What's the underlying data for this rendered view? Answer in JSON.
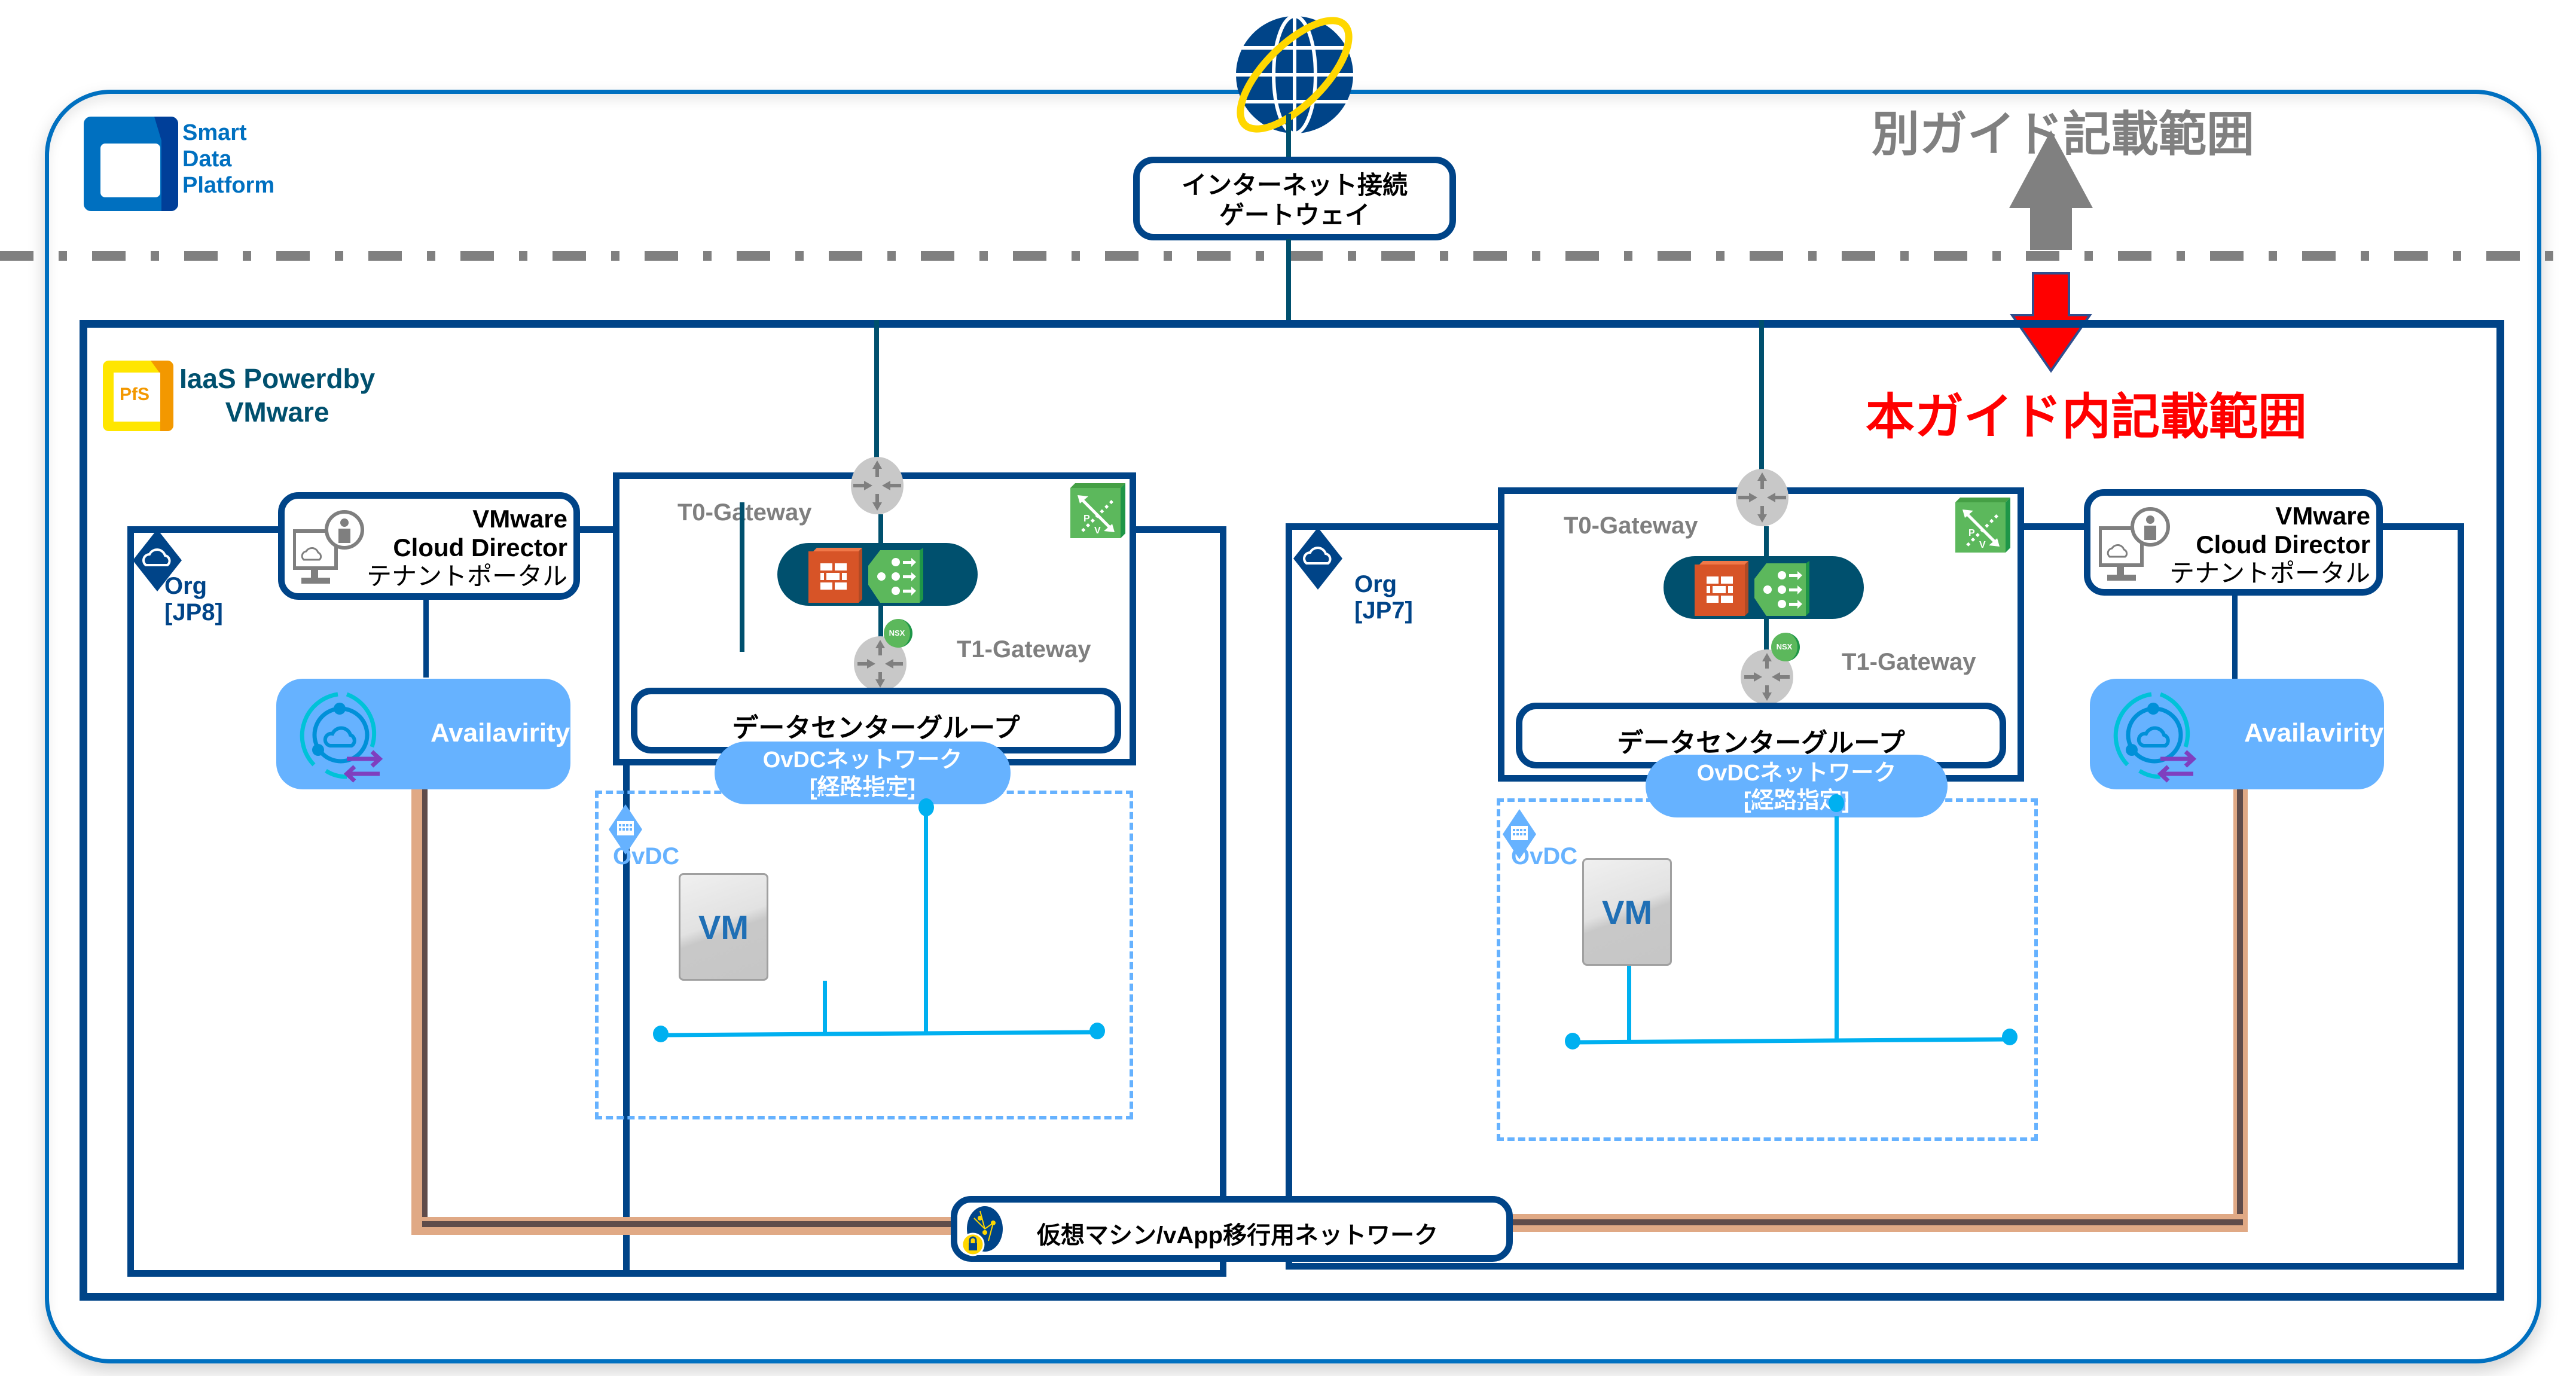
{
  "brand": {
    "name_lines": [
      "Smart",
      "Data",
      "Platform"
    ],
    "color": "#0070c0"
  },
  "scope": {
    "other_guide_label": "別ガイド記載範囲",
    "this_guide_label": "本ガイド内記載範囲",
    "other_color": "#808080",
    "this_color": "#ff0000"
  },
  "internet_gateway": {
    "line1": "インターネット接続",
    "line2": "ゲートウェイ"
  },
  "iaas": {
    "badge": "PfS",
    "title_line1": "IaaS Powerdby",
    "title_line2": "VMware"
  },
  "orgs": [
    {
      "org_label": "Org",
      "org_id": "[JP8]",
      "vcd": {
        "line1": "VMware",
        "line2": "Cloud Director",
        "line3": "テナントポータル"
      },
      "availability": "Availavirity",
      "t0": "T0-Gateway",
      "t1": "T1-Gateway",
      "nsx_badge": "NSX",
      "dc_group": "データセンターグループ",
      "ovdc_network": {
        "line1": "OvDCネットワーク",
        "line2": "[経路指定]"
      },
      "ovdc_label": "OvDC",
      "vm_label": "VM"
    },
    {
      "org_label": "Org",
      "org_id": "[JP7]",
      "vcd": {
        "line1": "VMware",
        "line2": "Cloud Director",
        "line3": "テナントポータル"
      },
      "availability": "Availavirity",
      "t0": "T0-Gateway",
      "t1": "T1-Gateway",
      "nsx_badge": "NSX",
      "dc_group": "データセンターグループ",
      "ovdc_network": {
        "line1": "OvDCネットワーク",
        "line2": "[経路指定]"
      },
      "ovdc_label": "OvDC",
      "vm_label": "VM"
    }
  ],
  "migration_network": {
    "label": "仮想マシン/vApp移行用ネットワーク"
  },
  "colors": {
    "navy": "#004488",
    "teal": "#00506e",
    "light_blue": "#66b2ff",
    "cyan": "#00b0f0",
    "copper": "#e0a985",
    "firewall": "#d75427",
    "lb_green": "#5cb85c"
  }
}
